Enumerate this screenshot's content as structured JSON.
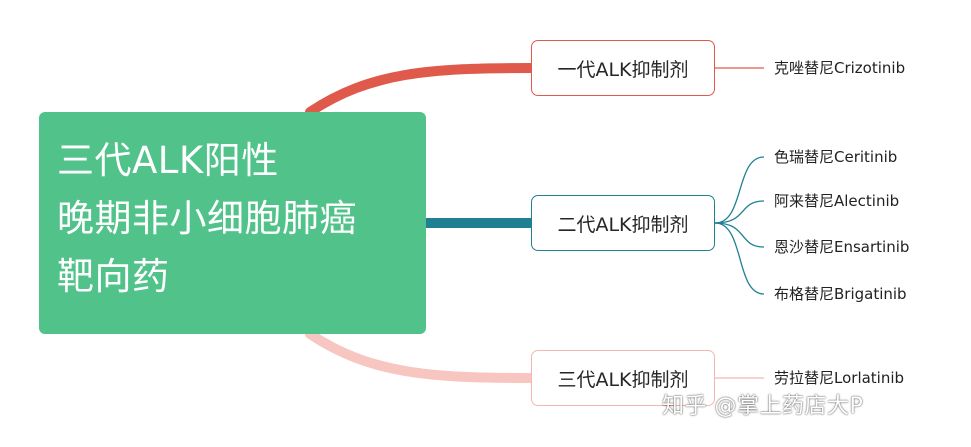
{
  "root": {
    "lines": [
      "三代ALK阳性",
      "晚期非小细胞肺癌",
      "靶向药"
    ]
  },
  "generations": [
    {
      "label": "一代ALK抑制剂",
      "drugs": [
        "克唑替尼Crizotinib"
      ]
    },
    {
      "label": "二代ALK抑制剂",
      "drugs": [
        "色瑞替尼Ceritinib",
        "阿来替尼Alectinib",
        "恩沙替尼Ensartinib",
        "布格替尼Brigatinib"
      ]
    },
    {
      "label": "三代ALK抑制剂",
      "drugs": [
        "劳拉替尼Lorlatinib"
      ]
    }
  ],
  "watermark": "知乎 @掌上药店大P",
  "colors": {
    "root_fill": "#51c38a",
    "gen1": "#e05a4b",
    "gen2": "#1f7f93",
    "gen3": "#f4b6b0"
  }
}
